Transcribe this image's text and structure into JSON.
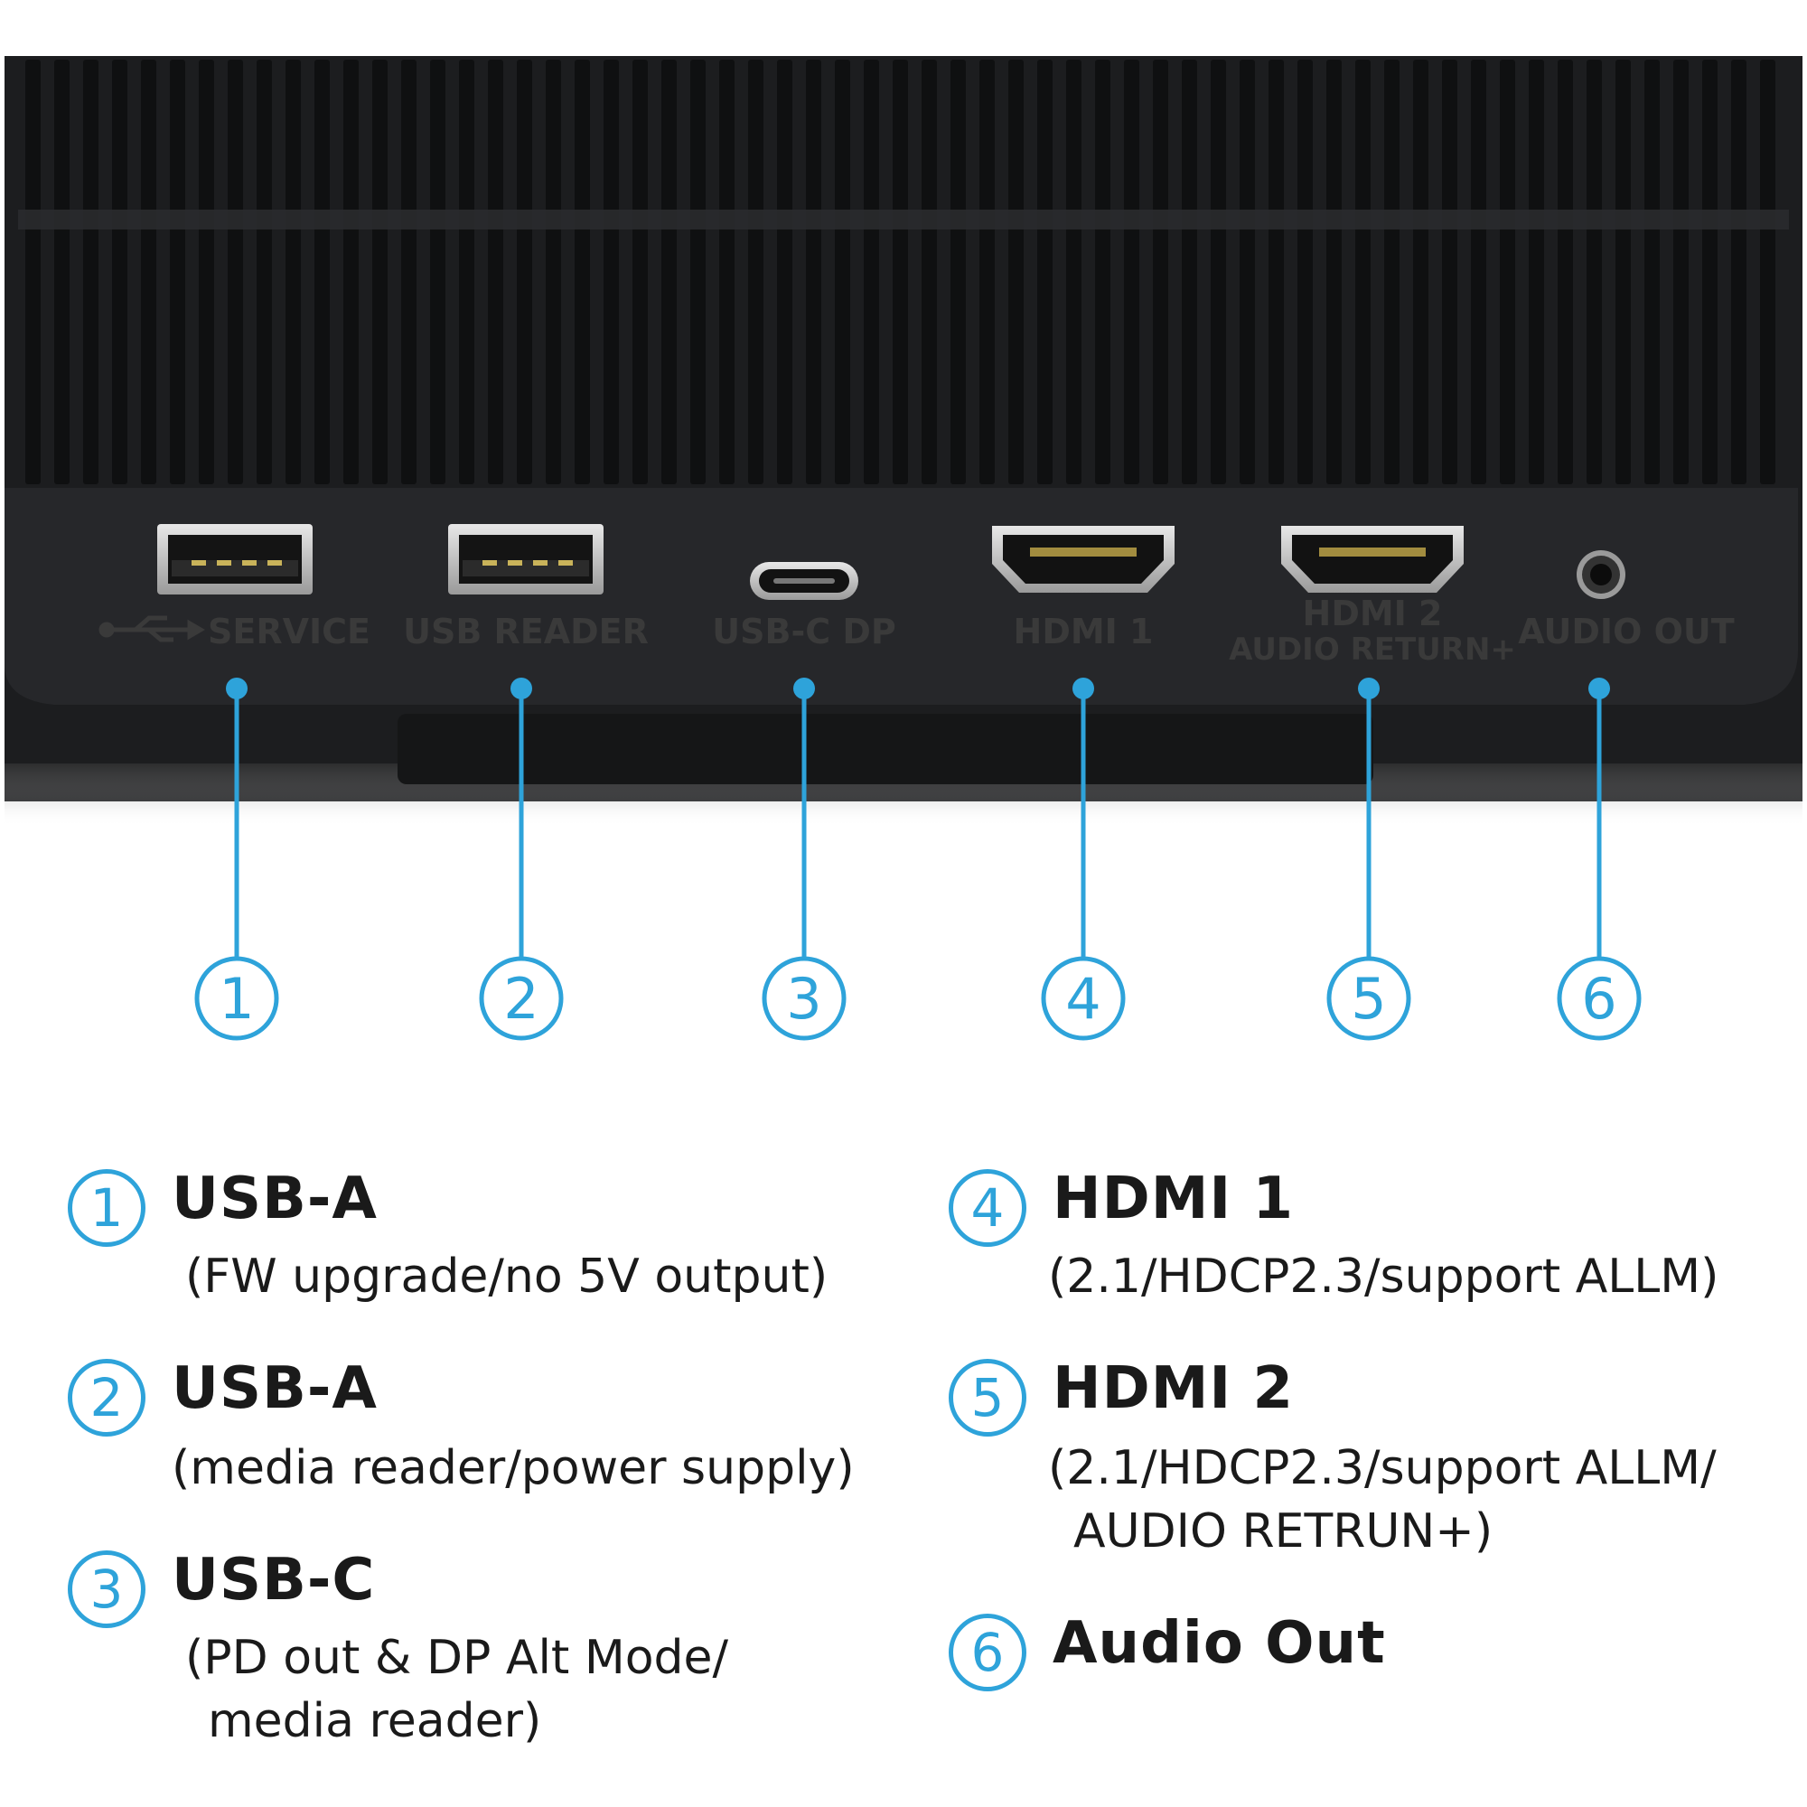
{
  "colors": {
    "accent": "#2ea3da",
    "panel": "#222325",
    "vent": "#0f1011",
    "label": "#3a3a3a"
  },
  "port_labels": {
    "service": "SERVICE",
    "usb_reader": "USB READER",
    "usbc_dp": "USB-C DP",
    "hdmi1": "HDMI 1",
    "hdmi2_line1": "HDMI 2",
    "hdmi2_line2": "AUDIO RETURN+",
    "audio_out": "AUDIO OUT"
  },
  "callouts": [
    "1",
    "2",
    "3",
    "4",
    "5",
    "6"
  ],
  "legend": [
    {
      "num": "1",
      "title": "USB-A",
      "desc": [
        "(FW upgrade/no 5V output)"
      ]
    },
    {
      "num": "2",
      "title": "USB-A",
      "desc": [
        "(media reader/power supply)"
      ]
    },
    {
      "num": "3",
      "title": "USB-C",
      "desc": [
        "(PD out & DP Alt Mode/",
        "media reader)"
      ]
    },
    {
      "num": "4",
      "title": "HDMI 1",
      "desc": [
        "(2.1/HDCP2.3/support ALLM)"
      ]
    },
    {
      "num": "5",
      "title": "HDMI 2",
      "desc": [
        "(2.1/HDCP2.3/support ALLM/",
        "AUDIO RETRUN+)"
      ]
    },
    {
      "num": "6",
      "title": "Audio Out",
      "desc": []
    }
  ]
}
